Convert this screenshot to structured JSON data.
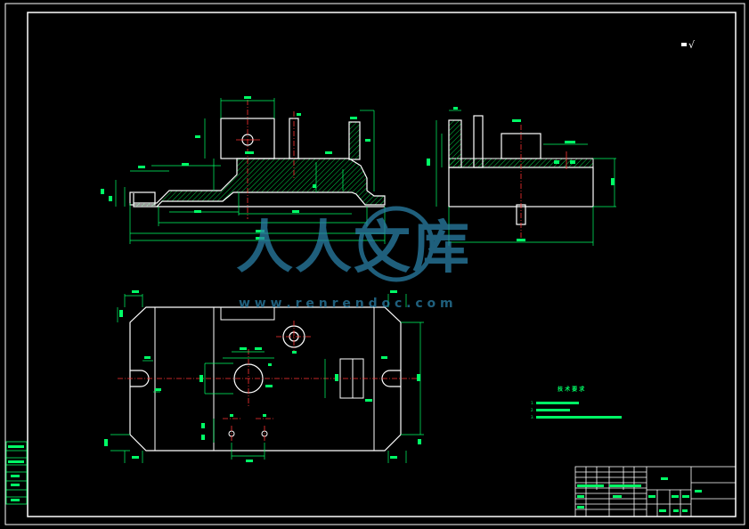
{
  "watermark": {
    "chinese": "人人文库",
    "url": "w w w . r e n r e n d o c . c o m"
  },
  "roughness_symbol": "√",
  "technical_requirements": {
    "title": "技 术 要 求",
    "items": [
      "1.",
      "2.",
      "3."
    ]
  },
  "colors": {
    "background": "#000000",
    "border": "#ffffff",
    "outline": "#ffffff",
    "dimension": "#00ff66",
    "centerline": "#ff3333",
    "hatch": "#00cc44",
    "watermark": "#2a7fa6"
  }
}
